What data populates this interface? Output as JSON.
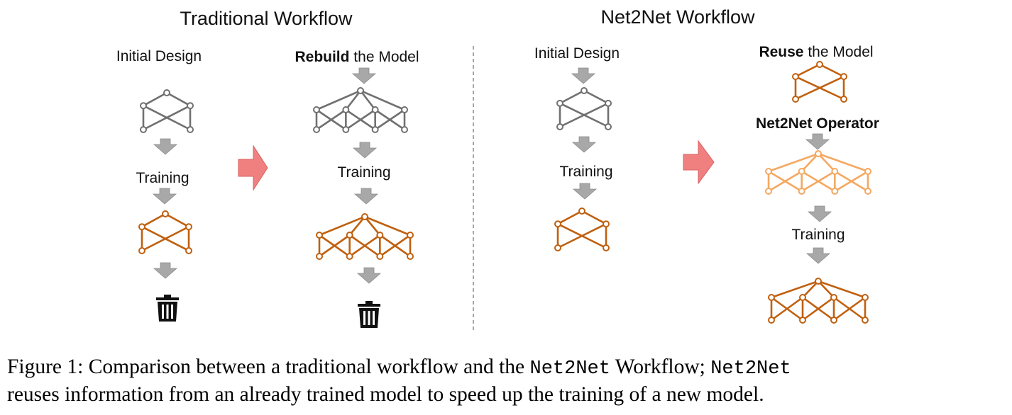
{
  "headers": {
    "left": "Traditional Workflow",
    "right": "Net2Net Workflow"
  },
  "labels": {
    "initial_design_left": "Initial Design",
    "rebuild_bold": "Rebuild",
    "rebuild_rest": " the Model",
    "training_1": "Training",
    "training_2": "Training",
    "initial_design_right": "Initial Design",
    "training_3": "Training",
    "reuse_bold": "Reuse",
    "reuse_rest": " the Model",
    "operator": "Net2Net Operator",
    "training_4": "Training"
  },
  "caption": {
    "prefix": "Figure 1:  Comparison between a traditional workflow and the ",
    "code1": "Net2Net",
    "middle": " Workflow; ",
    "code2": "Net2Net",
    "line2": "reuses information from an already trained model to speed up the training of a new model."
  },
  "colors": {
    "untrained": "#707070",
    "trained": "#C0600F",
    "operator_output": "#F5A860",
    "flow_arrow": "#A8A8A8",
    "big_arrow": "#F08080",
    "trash": "#111111",
    "divider": "#888888"
  },
  "icons": [
    "down-arrow-icon",
    "right-arrow-icon",
    "trash-icon"
  ]
}
